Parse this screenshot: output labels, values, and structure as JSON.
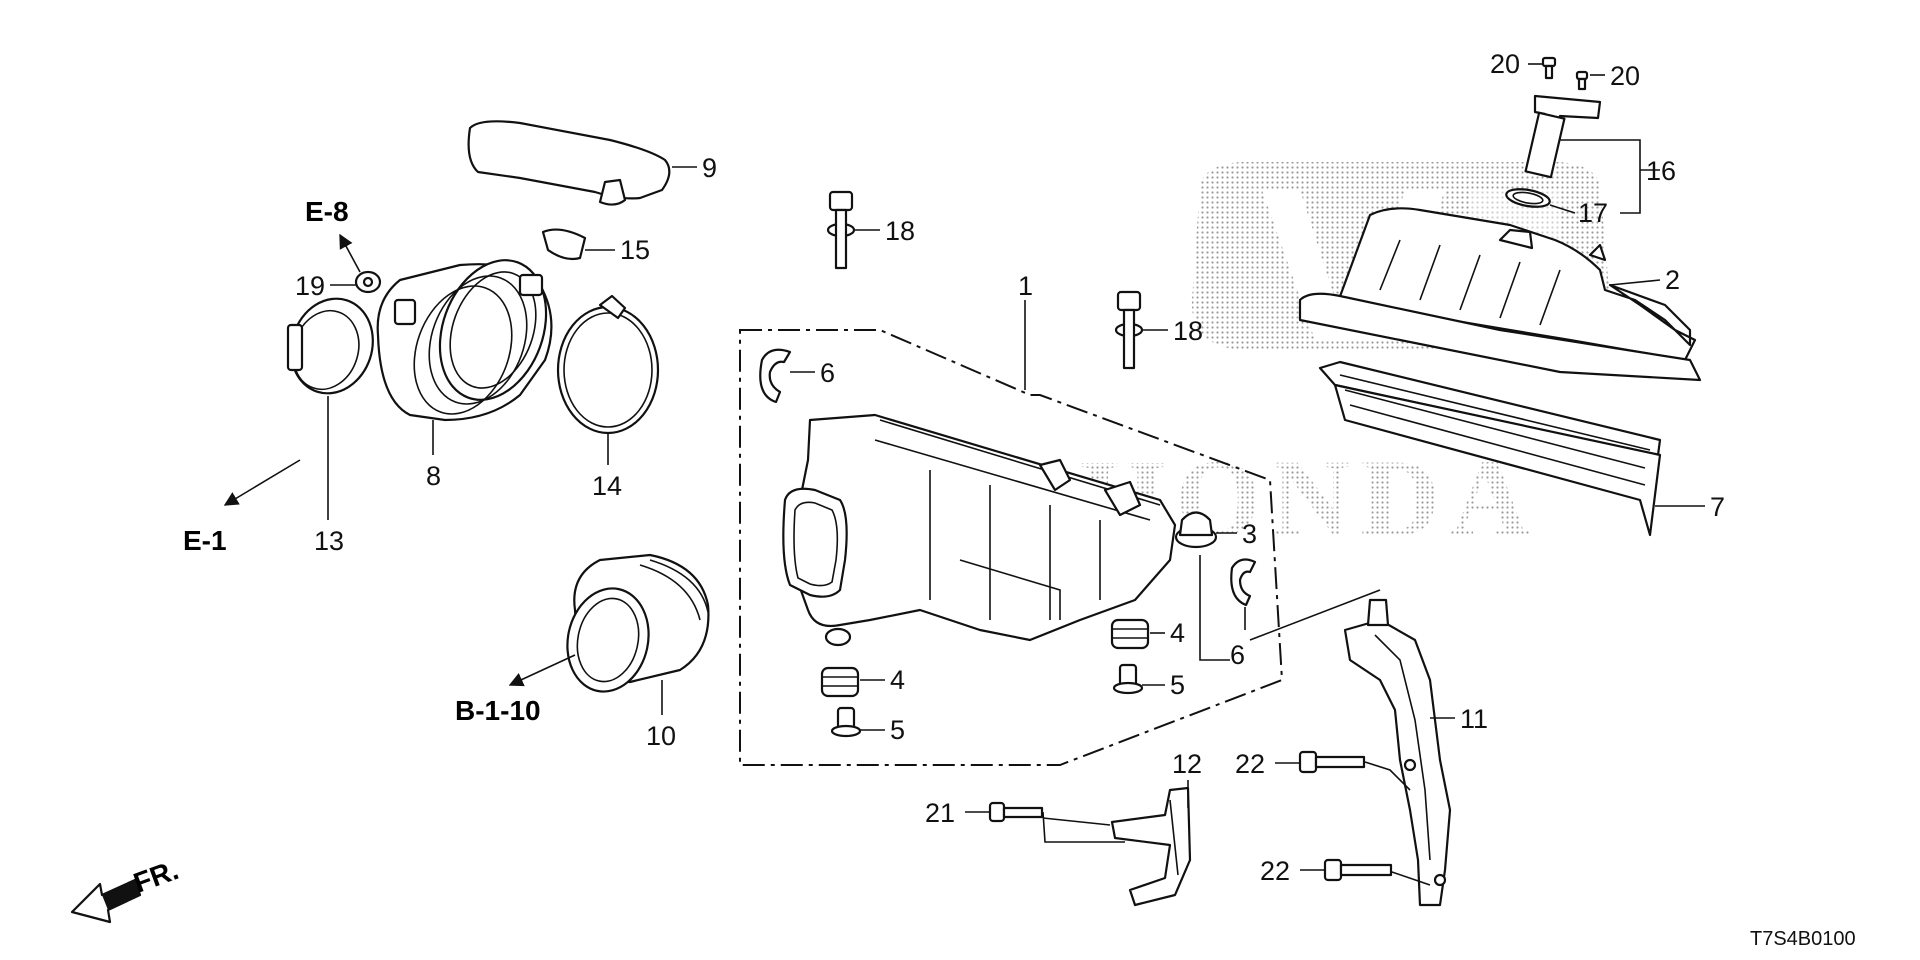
{
  "diagram": {
    "drawing_code": "T7S4B0100",
    "watermark": "HONDA",
    "front_indicator": "FR.",
    "references": {
      "e8": "E-8",
      "e1": "E-1",
      "b110": "B-1-10"
    },
    "callouts": {
      "c1": "1",
      "c2": "2",
      "c3": "3",
      "c4a": "4",
      "c4b": "4",
      "c5a": "5",
      "c5b": "5",
      "c6a": "6",
      "c6b": "6",
      "c7": "7",
      "c8": "8",
      "c9": "9",
      "c10": "10",
      "c11": "11",
      "c12": "12",
      "c13": "13",
      "c14": "14",
      "c15": "15",
      "c16": "16",
      "c17": "17",
      "c18a": "18",
      "c18b": "18",
      "c19": "19",
      "c20a": "20",
      "c20b": "20",
      "c21": "21",
      "c22a": "22",
      "c22b": "22"
    }
  }
}
